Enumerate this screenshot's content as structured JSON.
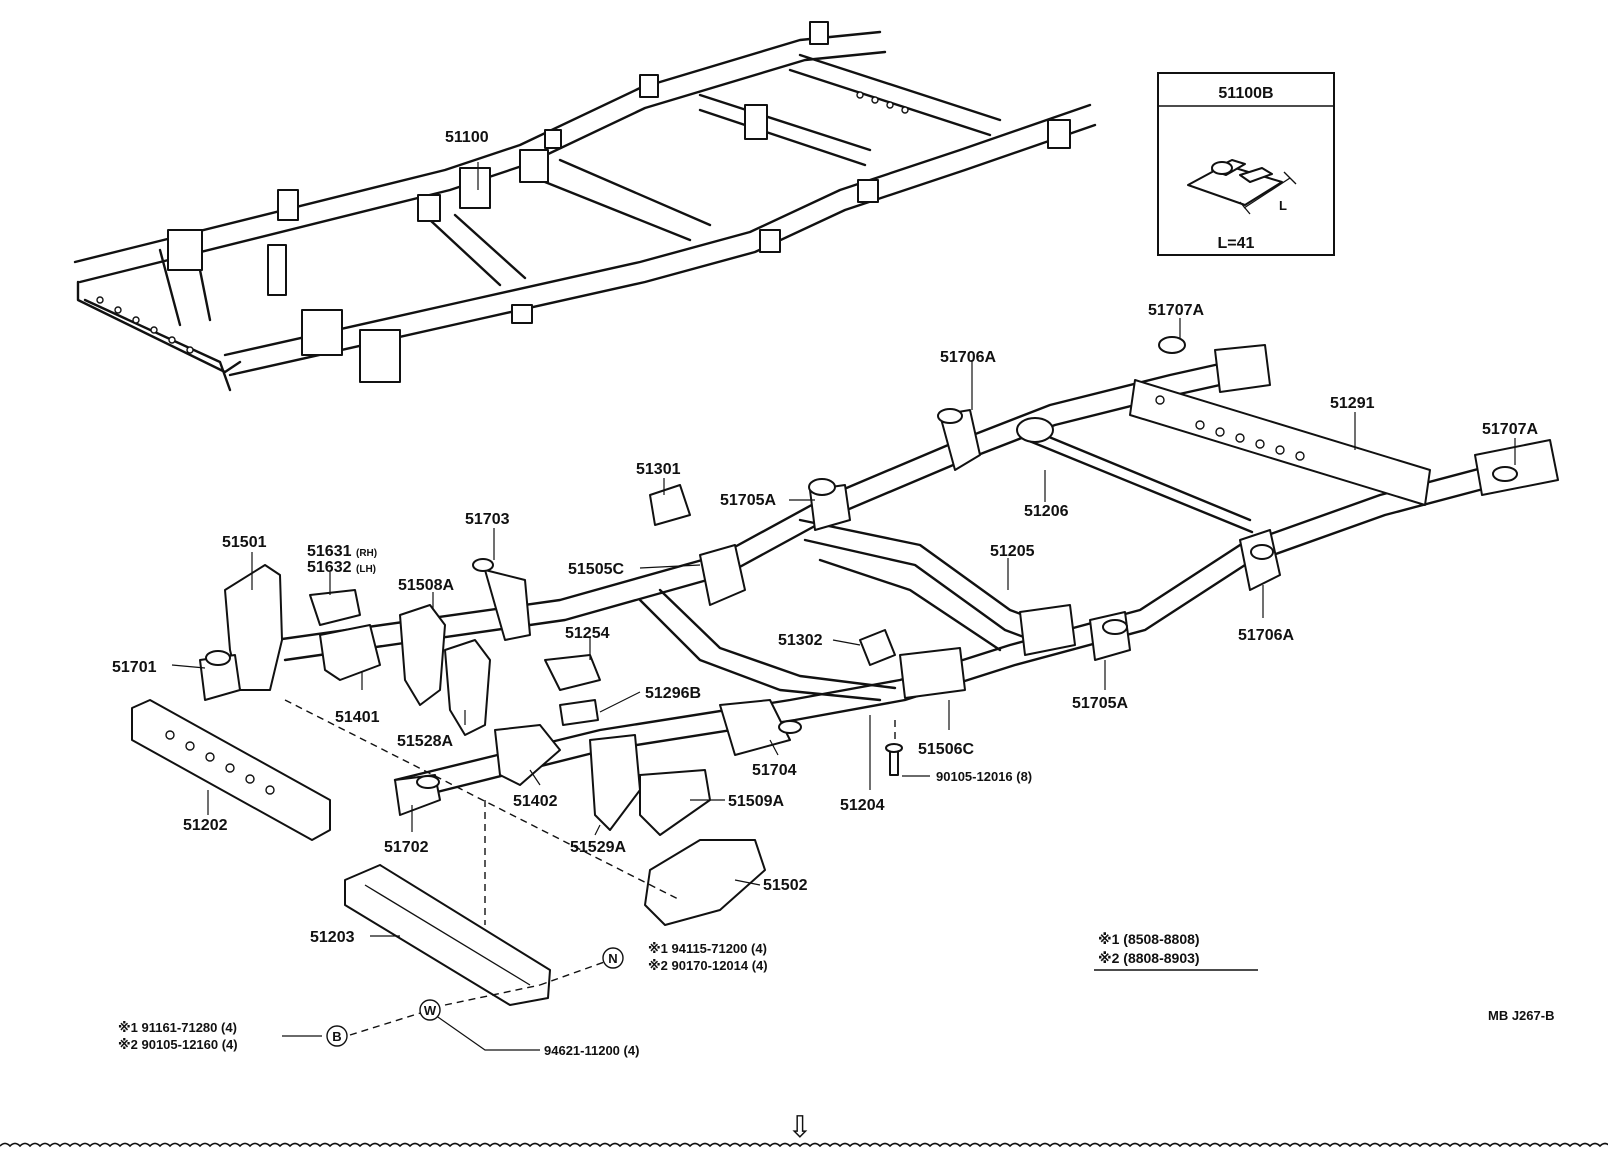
{
  "inset": {
    "part_no": "51100B",
    "dimension_letter": "L",
    "dimension": "L=41"
  },
  "labels": {
    "p51100": "51100",
    "p51707a_top": "51707A",
    "p51706a_top": "51706A",
    "p51291": "51291",
    "p51707a_right": "51707A",
    "p51301": "51301",
    "p51705a_top": "51705A",
    "p51206": "51206",
    "p51703": "51703",
    "p51505c": "51505C",
    "p51205": "51205",
    "p51501": "51501",
    "p51631": "51631",
    "p51631_side": "(RH)",
    "p51632": "51632",
    "p51632_side": "(LH)",
    "p51508a": "51508A",
    "p51706a_right": "51706A",
    "p51254": "51254",
    "p51302": "51302",
    "p51701": "51701",
    "p51705a_bottom": "51705A",
    "p51401": "51401",
    "p51296b": "51296B",
    "p51528a": "51528A",
    "p51506c": "51506C",
    "p51704": "51704",
    "p90105_12016": "90105-12016 (8)",
    "p51509a": "51509A",
    "p51402": "51402",
    "p51204": "51204",
    "p51202": "51202",
    "p51702": "51702",
    "p51529a": "51529A",
    "p51502": "51502",
    "p51203": "51203",
    "n_note1": "※1 94115-71200 (4)",
    "n_note2": "※2 90170-12014 (4)",
    "b_note1": "※1 91161-71280 (4)",
    "b_note2": "※2 90105-12160 (4)",
    "w_part": "94621-11200 (4)"
  },
  "markers": {
    "n": "N",
    "b": "B",
    "w": "W"
  },
  "legend": {
    "line1": "※1 (8508-8808)",
    "line2": "※2 (8808-8903)"
  },
  "code": "MB J267-B",
  "next_arrow": "⇩"
}
